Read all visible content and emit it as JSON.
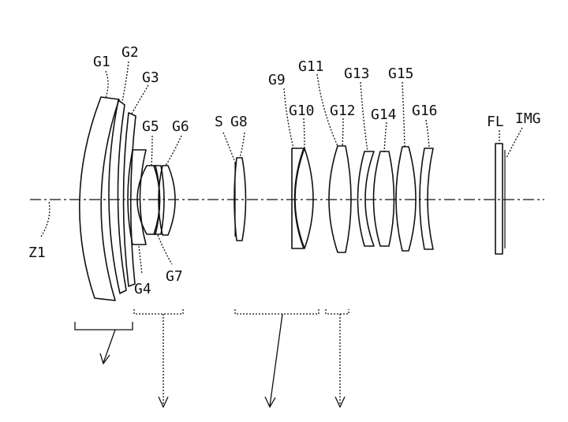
{
  "labels": {
    "g1": "G1",
    "g2": "G2",
    "g3": "G3",
    "g4": "G4",
    "g5": "G5",
    "g6": "G6",
    "g7": "G7",
    "g8": "G8",
    "g9": "G9",
    "g10": "G10",
    "g11": "G11",
    "g12": "G12",
    "g13": "G13",
    "g14": "G14",
    "g15": "G15",
    "g16": "G16",
    "s": "S",
    "fl": "FL",
    "img": "IMG",
    "z1": "Z1"
  }
}
